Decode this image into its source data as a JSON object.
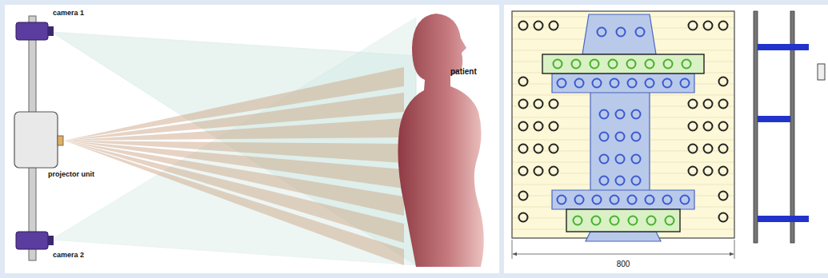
{
  "diagram": {
    "labels": [
      "camera 1",
      "projector unit",
      "camera 2",
      "patient",
      "800"
    ]
  }
}
